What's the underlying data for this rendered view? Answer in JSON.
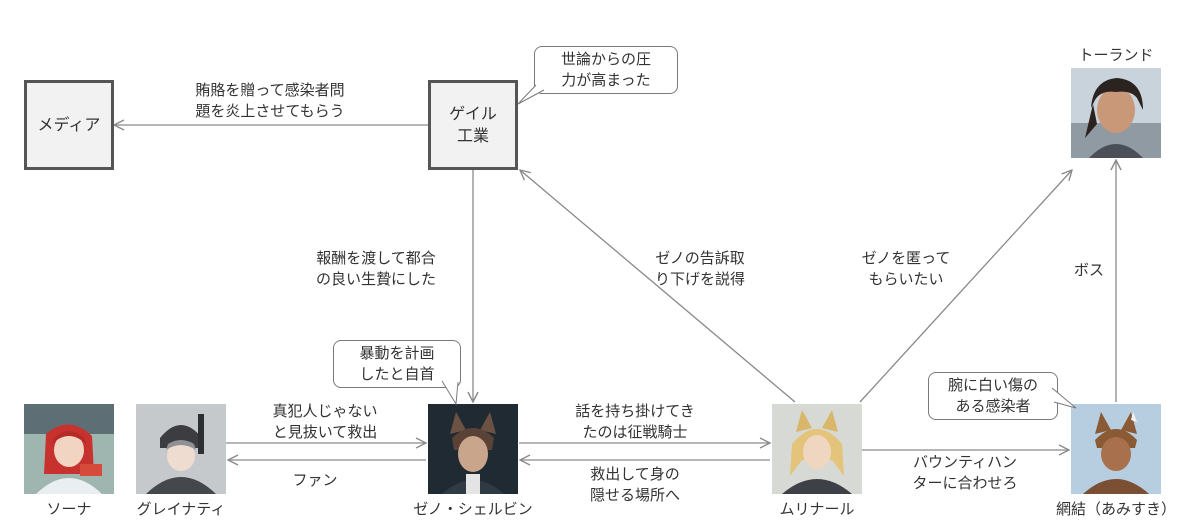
{
  "colors": {
    "edge": "#8a8a8a",
    "box_fill": "#f2f2f2",
    "box_border": "#555555",
    "text": "#333333"
  },
  "nodes": {
    "media": {
      "label": "メディア"
    },
    "gale": {
      "label": "ゲイル\n工業"
    },
    "thorand": {
      "label": "トーランド",
      "icon": "portrait-dark-haired-man"
    },
    "zeno": {
      "label": "ゼノ・シェルビン",
      "icon": "portrait-cat-eared-man"
    },
    "murinal": {
      "label": "ムリナール",
      "icon": "portrait-blonde-man"
    },
    "amisuki": {
      "label": "網結（あみすき）",
      "icon": "portrait-brown-eared-man"
    },
    "sona": {
      "label": "ソーナ",
      "icon": "portrait-red-haired-girl"
    },
    "grainati": {
      "label": "グレイナティ",
      "icon": "portrait-armored-knight"
    }
  },
  "edge_labels": {
    "gale_media": "賄賂を贈って感染者問\n題を炎上させてもらう",
    "gale_zeno": "報酬を渡して都合\nの良い生贄にした",
    "murinal_gale": "ゼノの告訴取\nり下げを説得",
    "murinal_thorand": "ゼノを匿って\nもらいたい",
    "amisuki_thorand": "ボス",
    "grainati_zeno": "真犯人じゃない\nと見抜いて救出",
    "zeno_grainati": "ファン",
    "zeno_murinal": "話を持ち掛けてき\nたのは征戦騎士",
    "murinal_zeno": "救出して身の\n隠せる場所へ",
    "murinal_amisuki": "バウンティハン\nターに合わせろ"
  },
  "bubbles": {
    "gale_note": "世論からの圧\n力が高まった",
    "zeno_note": "暴動を計画\nしたと自首",
    "amisuki_note": "腕に白い傷の\nある感染者"
  }
}
